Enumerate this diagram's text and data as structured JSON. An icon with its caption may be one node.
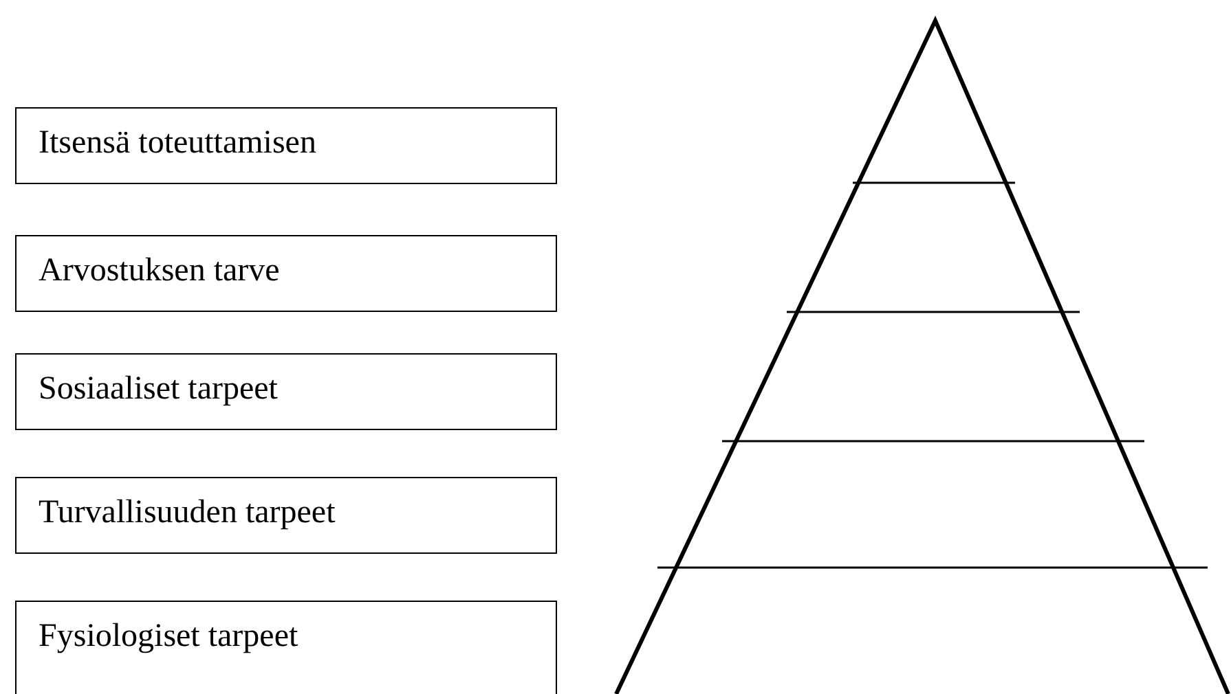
{
  "diagram": {
    "nodes": [
      {
        "text": [
          "Itsensä toteuttamisen"
        ]
      },
      {
        "text": [
          "Arvostuksen tarve"
        ]
      },
      {
        "text": [
          "Sosiaaliset tarpeet"
        ]
      },
      {
        "text": [
          "Turvallisuuden tarpeet"
        ]
      },
      {
        "text": [
          "Fysiologiset tarpeet"
        ]
      }
    ]
  }
}
